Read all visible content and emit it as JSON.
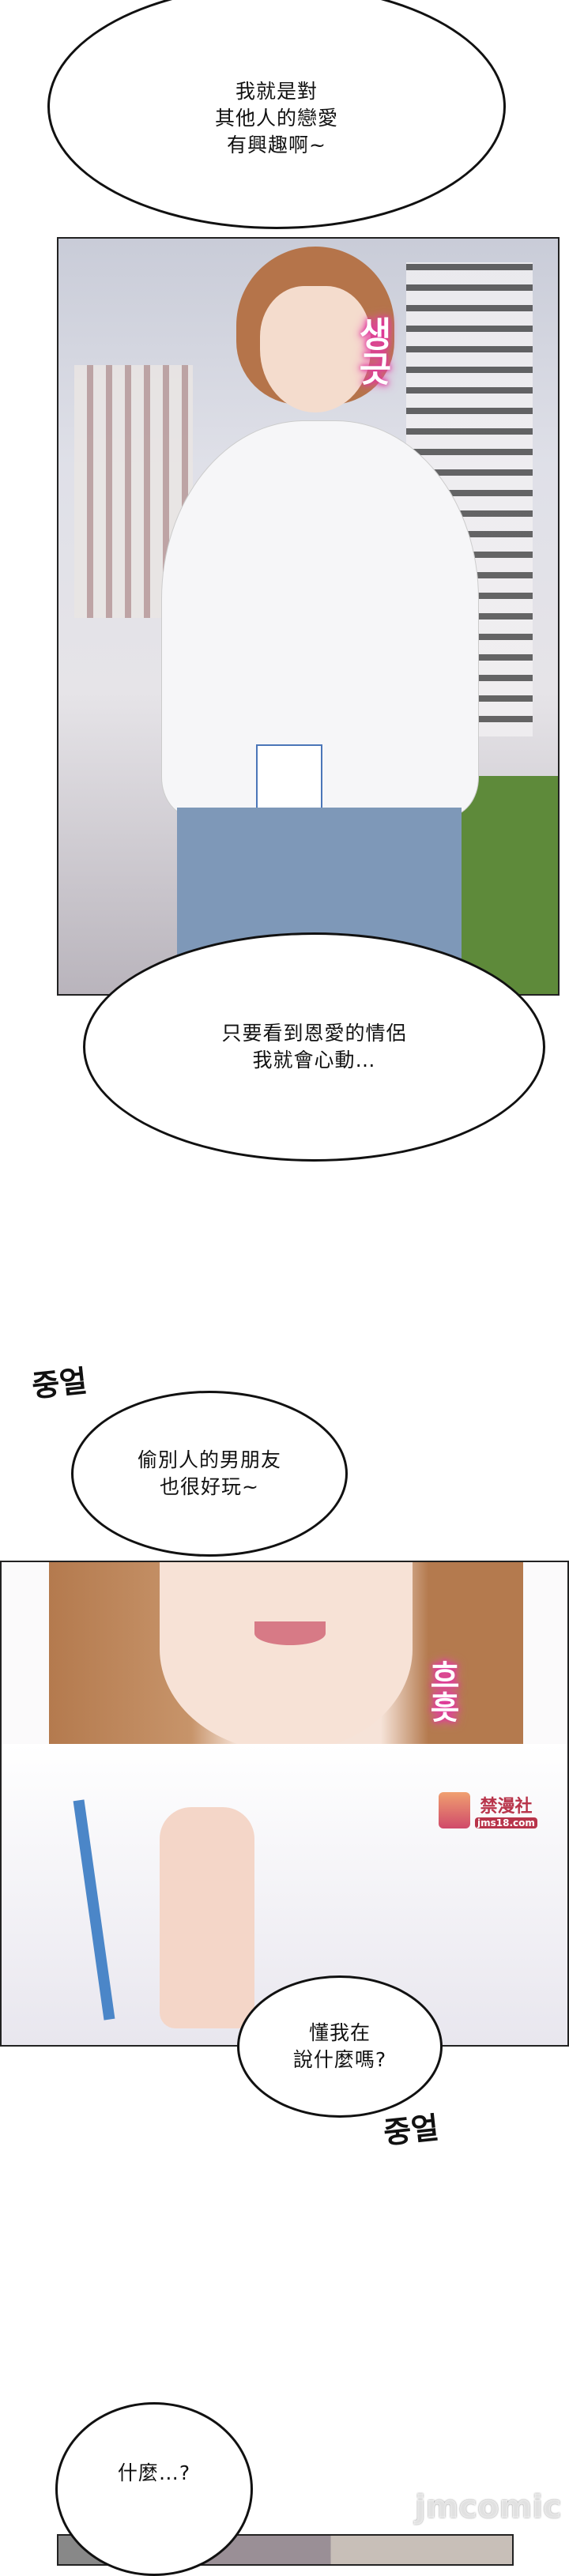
{
  "bubbles": [
    {
      "lines": [
        "我就是對",
        "其他人的戀愛",
        "有興趣啊~"
      ]
    },
    {
      "lines": [
        "只要看到恩愛的情侶",
        "我就會心動…"
      ]
    },
    {
      "lines": [
        "偷別人的男朋友",
        "也很好玩~"
      ]
    },
    {
      "lines": [
        "懂我在",
        "說什麼嗎?"
      ]
    },
    {
      "lines": [
        "什麼…?"
      ]
    }
  ],
  "sfx": {
    "smile": "생긋",
    "mumble1": "중얼",
    "giggle": "흐흣",
    "mumble2": "중얼"
  },
  "watermarks": {
    "site_name": "禁漫社",
    "site_url": "jms18.com",
    "footer": "jmcomic"
  },
  "colors": {
    "sfx_pink": "#e0309a",
    "watermark_red": "#b8344a"
  }
}
